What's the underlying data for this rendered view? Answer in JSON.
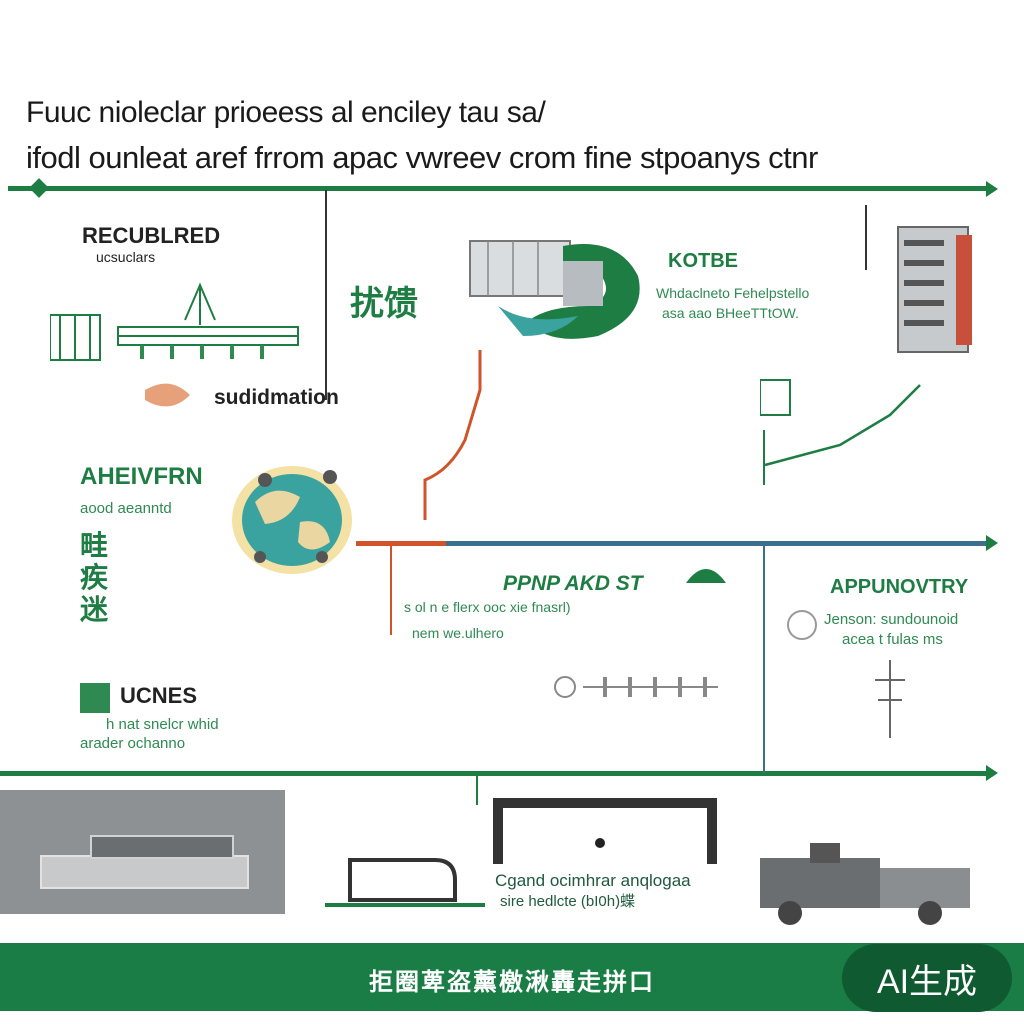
{
  "header": {
    "title_line1": "Fuuc nioleclar prioeess al enciley  tau sa/",
    "title_line2": "ifodl ounleat aref frrom apac vwreev crom fine stpoanys ctnr"
  },
  "left": {
    "recubered_title": "RECUBLRED",
    "recubered_sub": "ucsuclars",
    "submation_label": "sudidmation",
    "cn_label_1": "扰馈",
    "aheivfrn_title": "AHEIVFRN",
    "aheivfrn_sub": "aood aeanntd",
    "vertical_cn": "畦疾迷",
    "ucnes_title": "UCNES",
    "ucnes_sub1": "h nat snelcr whid",
    "ucnes_sub2": "arader ochanno"
  },
  "center": {
    "kotbe_title": "KOTBE",
    "kotbe_sub1": "Whdaclneto  Fehelpstello",
    "kotbe_sub2": "asa aao  BHeeTTtOW.",
    "ppnp_title": "PPNP AKD ST",
    "ppnp_sub1": "s ol n  e  flerx ooc xie fnasrl)",
    "ppnp_sub2": "nem we.ulhero"
  },
  "right": {
    "appunovtry_title": "APPUNOVTRY",
    "appunovtry_sub1": "Jenson: sundounoid",
    "appunovtry_sub2": "acea t  fulas  ms"
  },
  "bottom": {
    "caption_line1": "Cgand ocimhrar anqlogaa",
    "caption_line2": "sire hedlcte (bI0h)蝶"
  },
  "footer": {
    "text": "拒圈萆盗薰檄湫轟走拼口",
    "badge": "AI生成"
  },
  "colors": {
    "primary_green": "#1e7d43",
    "dark_green": "#0f5a31",
    "accent_orange": "#d0532a",
    "accent_blue": "#3b6e8f",
    "teal": "#3aa3a0"
  }
}
